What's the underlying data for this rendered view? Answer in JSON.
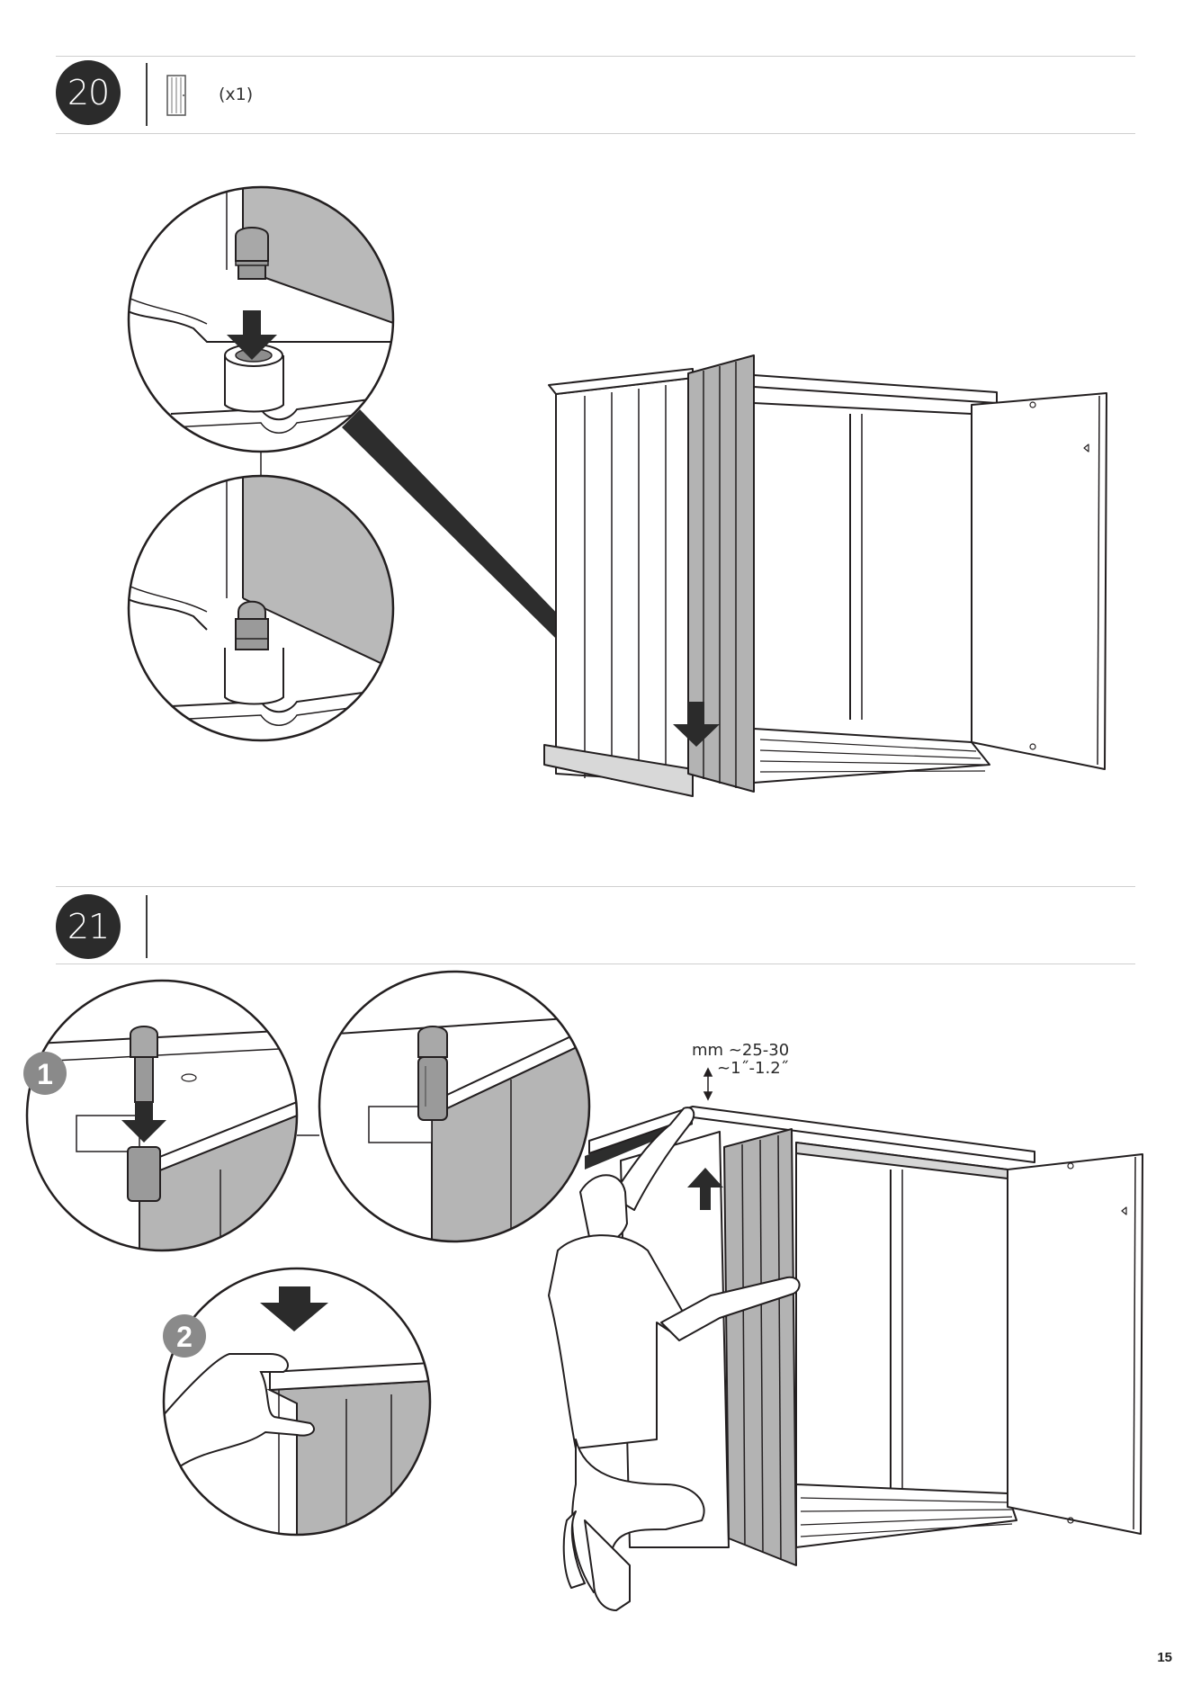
{
  "step20": {
    "number": "20",
    "quantity": "(x1)"
  },
  "step21": {
    "number": "21",
    "callout1": "1",
    "callout2": "2",
    "measure_mm": "mm ~25-30",
    "measure_in": "~1˝-1.2˝"
  },
  "page": {
    "number": "15"
  },
  "icons": [
    "door-panel-icon",
    "down-arrow-icon",
    "up-arrow-icon",
    "double-arrow-icon"
  ],
  "colors": {
    "badge": "#2b2b2b",
    "panel_gray": "#b7b7b7",
    "line": "#231f20"
  }
}
